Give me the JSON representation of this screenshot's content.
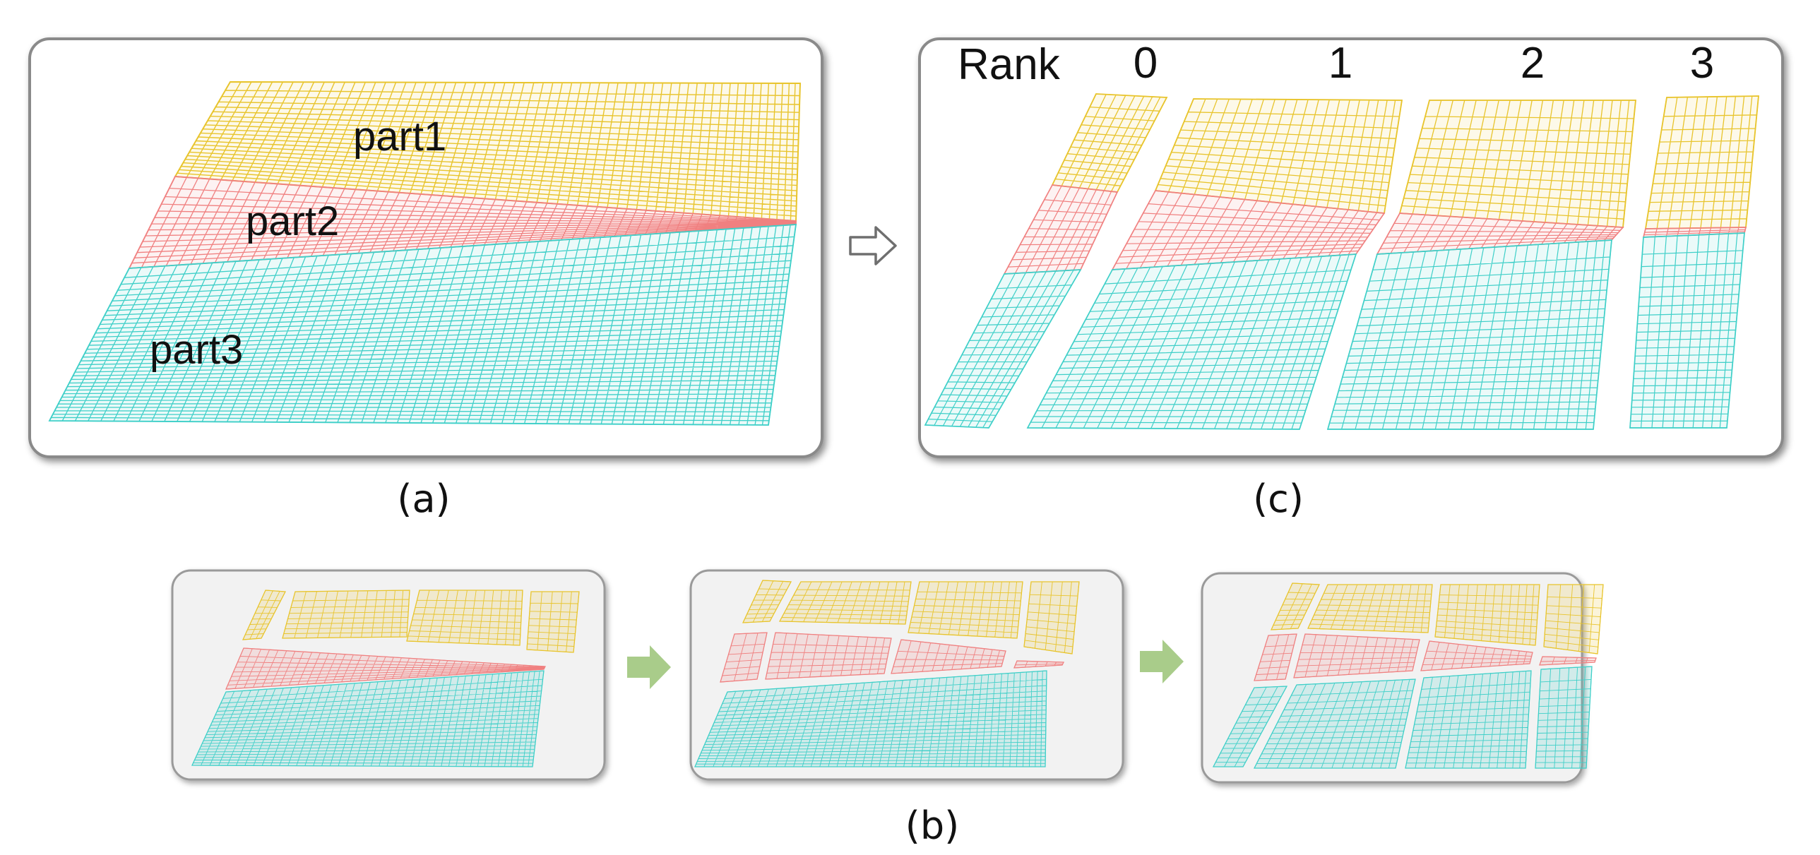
{
  "panel_a": {
    "caption": "(a)",
    "parts": [
      {
        "id": "part1",
        "label": "part1",
        "color": "#E8C42C"
      },
      {
        "id": "part2",
        "label": "part2",
        "color": "#F08080"
      },
      {
        "id": "part3",
        "label": "part3",
        "color": "#3ECFC8"
      }
    ]
  },
  "panel_b": {
    "caption": "(b)"
  },
  "panel_c": {
    "caption": "(c)",
    "rank_title": "Rank",
    "ranks": [
      "0",
      "1",
      "2",
      "3"
    ]
  },
  "colors": {
    "yellow_mesh": "#E8C42C",
    "pink_mesh": "#F08080",
    "cyan_mesh": "#3ECFC8",
    "panel_border": "#7A7A7A",
    "panel_fill": "#FFFFFF",
    "panel_b_fill": "#F2F2F2",
    "panel_b_arrow": "#A9CC8A",
    "main_arrow": "#808080"
  }
}
